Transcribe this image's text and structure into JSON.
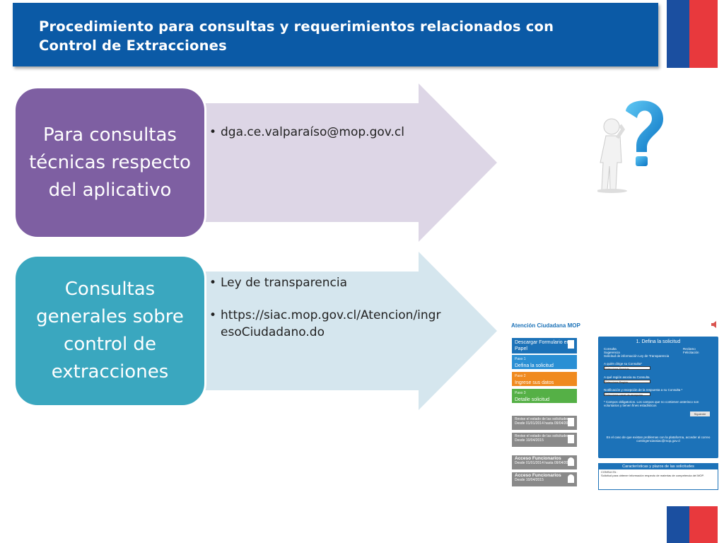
{
  "header": {
    "title_line1": "Procedimiento para consultas y requerimientos relacionados con",
    "title_line2": "Control de Extracciones"
  },
  "colors": {
    "header_bg": "#0b5aa6",
    "purple": "#7e5fa2",
    "teal": "#3aa7bf",
    "arrow_purple": "#ddd6e6",
    "arrow_teal": "#d5e6ee",
    "flag_blue": "#1b4fa0",
    "flag_red": "#e8393d"
  },
  "sections": [
    {
      "label": "Para consultas técnicas respecto del aplicativo",
      "bullets": [
        "dga.ce.valparaíso@mop.gov.cl"
      ]
    },
    {
      "label": "Consultas generales sobre control de extracciones",
      "bullets": [
        "Ley de transparencia",
        "https://siac.mop.gov.cl/Atencion/ingresoCiudadano.do"
      ]
    }
  ],
  "thumbnail": {
    "title": "Atención Ciudadana MOP",
    "buttons": [
      {
        "step": "",
        "label": "Descargar Formulario en Papel",
        "color": "#1c72b8"
      },
      {
        "step": "Paso 1",
        "label": "Defina la solicitud",
        "color": "#2a8fd4"
      },
      {
        "step": "Paso 2",
        "label": "Ingrese sus datos",
        "color": "#f08a1e"
      },
      {
        "step": "Paso 3",
        "label": "Detalle solicitud",
        "color": "#55b046"
      }
    ],
    "grey_buttons": [
      {
        "line1": "Revise el estado de las solicitudes",
        "line2": "Desde 01/01/2014 hasta 09/04/2015"
      },
      {
        "line1": "Revise el estado de las solicitudes",
        "line2": "Desde 10/04/2015"
      },
      {
        "line1": "Acceso Funcionarios",
        "line2": "Desde 01/01/2014 hasta 09/04/2015"
      },
      {
        "line1": "Acceso Funcionarios",
        "line2": "Desde 10/04/2015"
      }
    ],
    "panel_title": "1. Defina la solicitud",
    "panel_options": [
      "Consulta",
      "Sugerencia",
      "Solicitud de información Ley de Transparencia",
      "Reclamo",
      "Felicitación"
    ],
    "panel_q1": "A quién dirige su Consulta*",
    "panel_sel1": "Seleccione Servicio",
    "panel_q2": "A qué región asocia su Consulta",
    "panel_sel2": "Seleccione Región",
    "panel_q3": "Notificación y recepción de la respuesta a su Consulta *",
    "panel_sel3": "Seleccione canal de recepción",
    "panel_note": "* Campos obligatorios. Los campos que no contienen asterisco son voluntarios y tienen fines estadísticos",
    "panel_next": "Siguiente",
    "panel_help": "En el caso de que existan problemas con la plataforma, acceder al correo contingenciassiac@mop.gov.cl",
    "panel2_title": "Características y plazos de las solicitudes",
    "panel2_label": "CONSULTA :",
    "panel2_text": "Solicitud para obtener información respecto de materias de competencia del MOP."
  }
}
